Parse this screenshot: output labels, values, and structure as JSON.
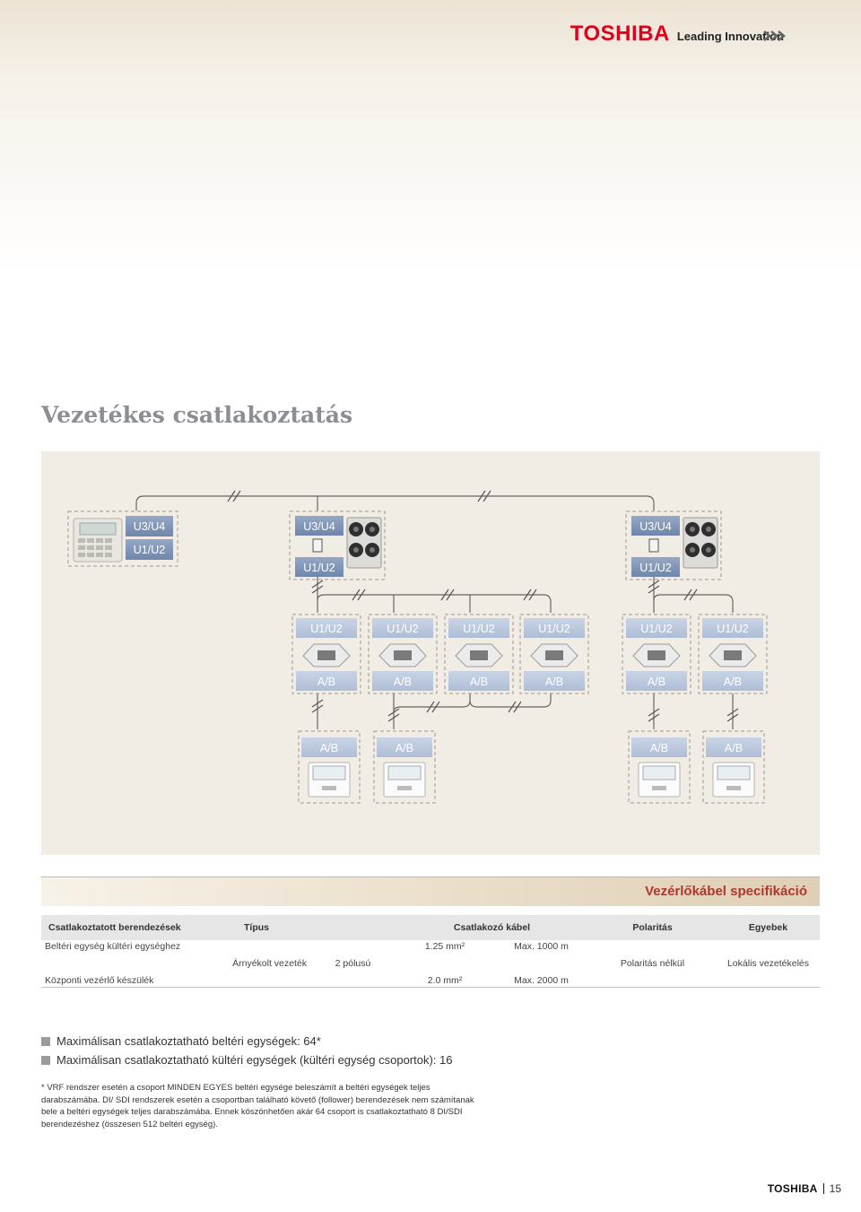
{
  "header": {
    "logo_text": "TOSHIBA",
    "tagline": "Leading Innovation",
    "logo_color": "#e0001b"
  },
  "page_title": "Vezetékes csatlakoztatás",
  "diagram": {
    "controller_labels": [
      "U3/U4",
      "U1/U2"
    ],
    "outdoor_units": [
      {
        "top": "U3/U4",
        "bottom": "U1/U2"
      },
      {
        "top": "U3/U4",
        "bottom": "U1/U2"
      }
    ],
    "indoor_units": [
      {
        "top": "U1/U2",
        "bottom": "A/B"
      },
      {
        "top": "U1/U2",
        "bottom": "A/B"
      },
      {
        "top": "U1/U2",
        "bottom": "A/B"
      },
      {
        "top": "U1/U2",
        "bottom": "A/B"
      },
      {
        "top": "U1/U2",
        "bottom": "A/B"
      },
      {
        "top": "U1/U2",
        "bottom": "A/B"
      }
    ],
    "remote_controllers": [
      "A/B",
      "A/B",
      "A/B",
      "A/B"
    ]
  },
  "spec": {
    "title": "Vezérlőkábel specifikáció",
    "columns": [
      "Csatlakoztatott berendezések",
      "Típus",
      "Csatlakozó kábel",
      "Polaritás",
      "Egyebek"
    ],
    "rows": [
      {
        "device": "Beltéri egység kültéri egységhez",
        "cross_section": "1.25 mm²",
        "length": "Max. 1000 m"
      },
      {
        "device": "Központi vezérlő készülék",
        "cross_section": "2.0 mm²",
        "length": "Max. 2000 m"
      }
    ],
    "type": "Árnyékolt vezeték",
    "poles": "2 pólusú",
    "polarity": "Polaritás nélkül",
    "other": "Lokális vezetékelés"
  },
  "bullets": [
    "Maximálisan csatlakoztatható beltéri egységek: 64*",
    "Maximálisan csatlakoztatható kültéri egységek (kültéri egység csoportok): 16"
  ],
  "footnote": "* VRF rendszer esetén a csoport MINDEN EGYES beltéri egysége beleszámít a beltéri egységek teljes darabszámába. DI/ SDI rendszerek esetén a csoportban található követő (follower) berendezések nem számítanak bele a beltéri egységek teljes darabszámába. Ennek köszönhetően akár 64 csoport is csatlakoztatható 8 DI/SDI berendezéshez (összesen 512 beltéri egység).",
  "footer": {
    "logo_text": "TOSHIBA",
    "page_number": "15"
  }
}
